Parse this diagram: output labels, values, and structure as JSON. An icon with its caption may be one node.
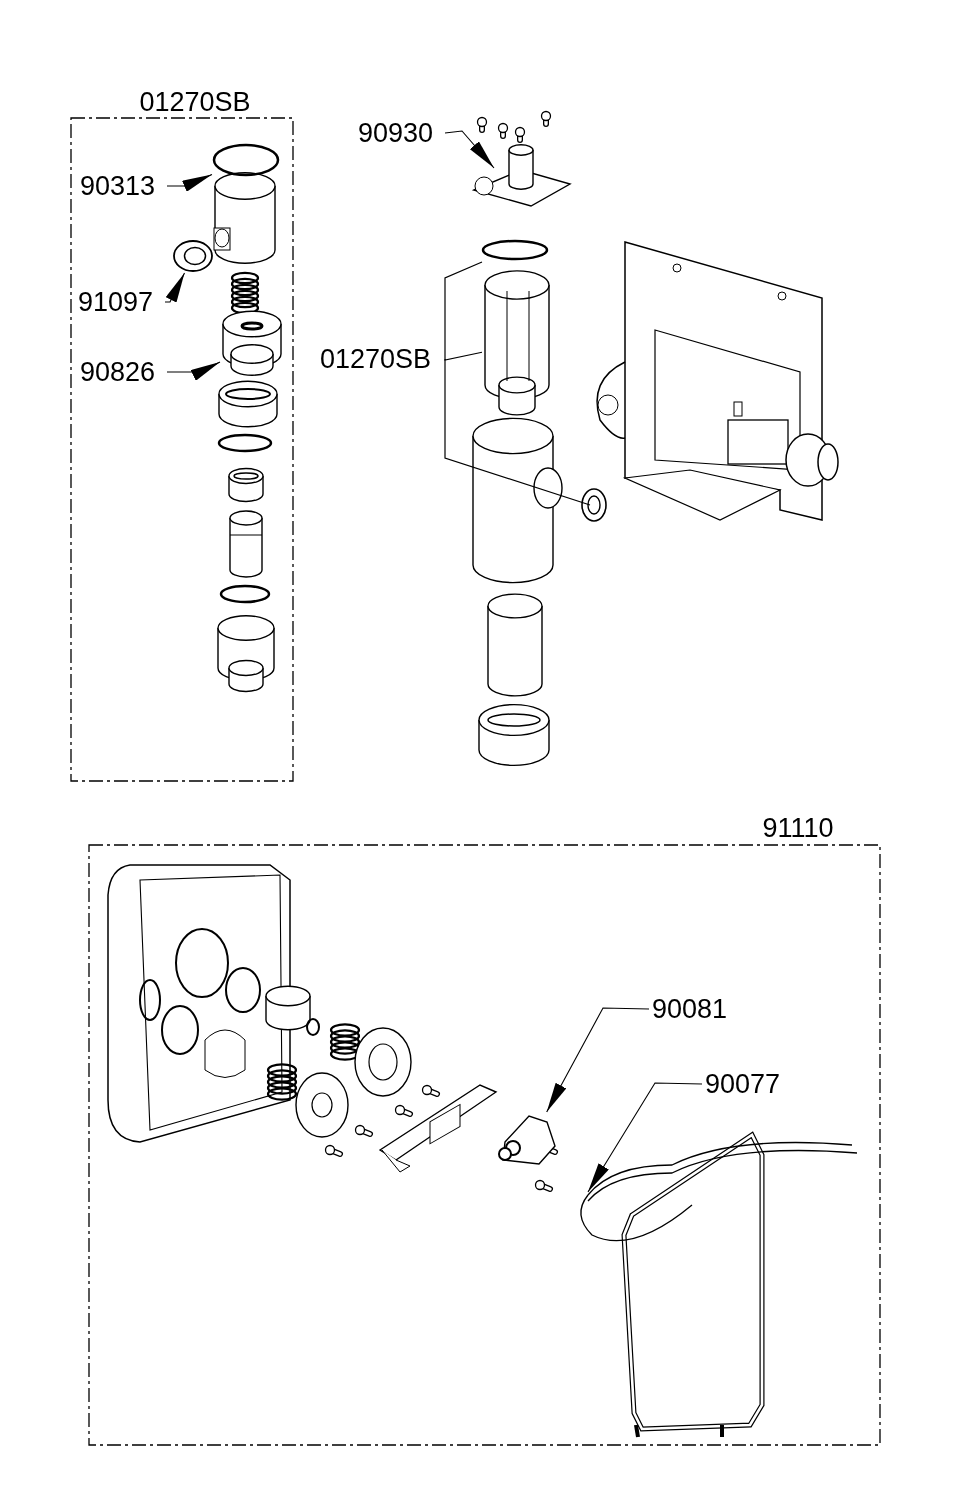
{
  "diagram": {
    "nodes": [
      {
        "text": [
          "01270SB"
        ]
      },
      {
        "text": [
          "90313"
        ],
        "in": 0
      },
      {
        "text": [],
        "shape": "circle",
        "in": 0
      },
      {
        "text": [
          "91097"
        ],
        "in": 0
      },
      {
        "text": [],
        "shape": "picture",
        "in": 0
      },
      {
        "text": [
          "90826"
        ],
        "in": 0
      },
      {
        "text": [],
        "shape": "picture",
        "in": 0
      },
      {
        "text": [
          "90930"
        ]
      },
      {
        "text": [],
        "shape": "picture"
      },
      {
        "text": [
          "01270SB"
        ]
      },
      {
        "text": [],
        "shape": "picture"
      },
      {
        "text": [
          "91110"
        ]
      },
      {
        "text": [
          "90081"
        ],
        "in": 11
      },
      {
        "text": [],
        "shape": "picture",
        "in": 11
      },
      {
        "text": [
          "90077"
        ],
        "in": 11
      },
      {
        "text": [],
        "shape": "picture",
        "in": 11
      }
    ],
    "edges": [
      {
        "from": 1,
        "to": 2,
        "arrow": "to"
      },
      {
        "from": 3,
        "to": 4,
        "arrow": "to"
      },
      {
        "from": 5,
        "to": 6,
        "arrow": "to"
      },
      {
        "from": 7,
        "to": 8,
        "arrow": "to"
      },
      {
        "from": 9,
        "to": 10,
        "arrow": "none"
      },
      {
        "from": 12,
        "to": 13,
        "arrow": "to"
      },
      {
        "from": 14,
        "to": 15,
        "arrow": "to"
      }
    ]
  }
}
